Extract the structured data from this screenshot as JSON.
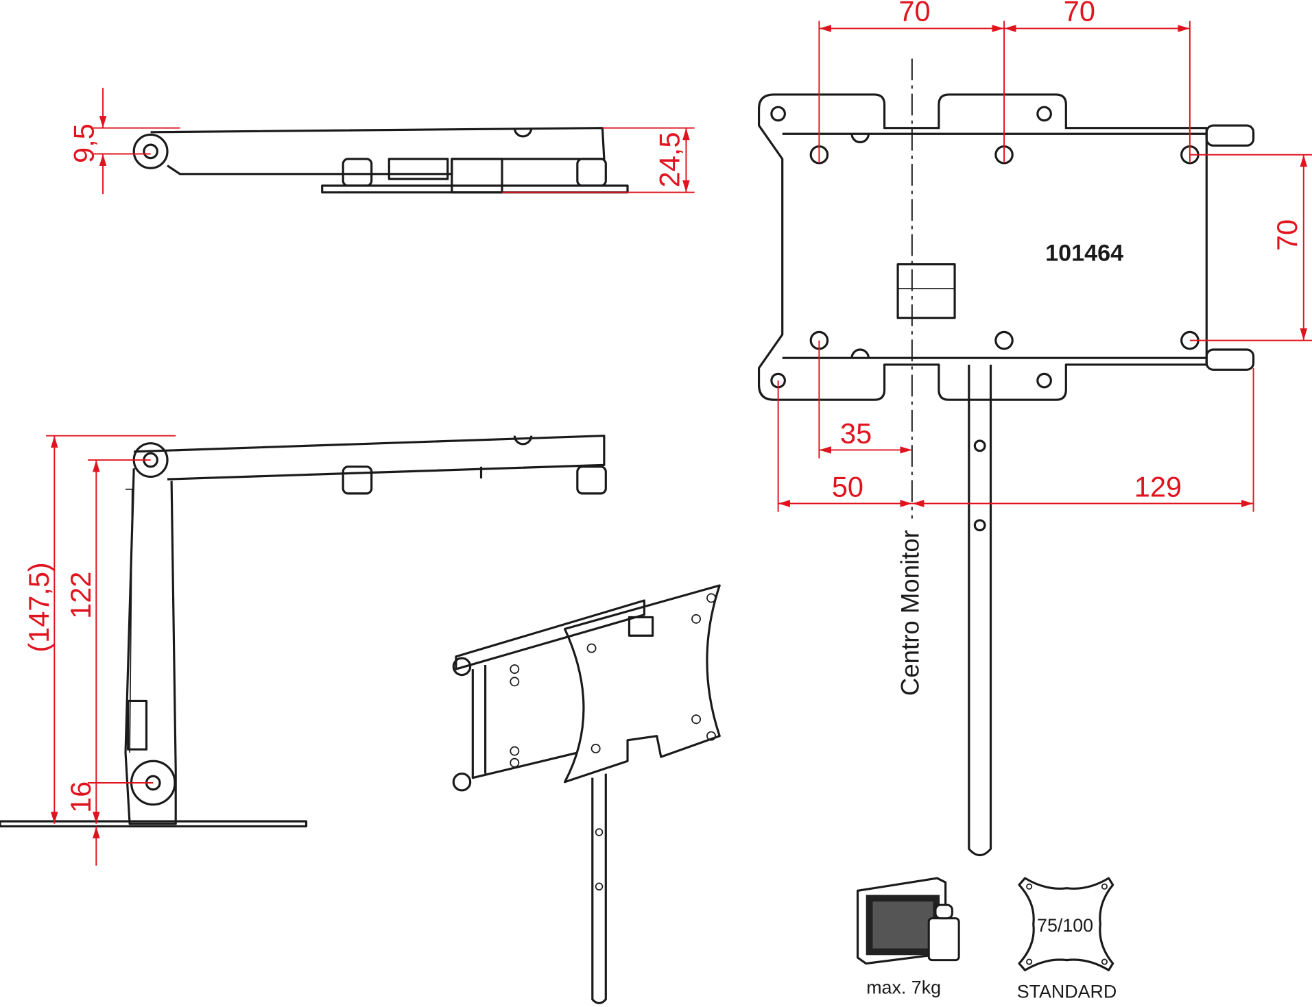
{
  "drawing": {
    "part_number": "101464",
    "center_label": "Centro Monitor",
    "dimensions": {
      "top_width_left": "70",
      "top_width_right": "70",
      "side_height_right": "70",
      "offset_35": "35",
      "offset_50": "50",
      "offset_129": "129",
      "side_9_5": "9,5",
      "side_24_5": "24,5",
      "height_total": "(147,5)",
      "height_122": "122",
      "height_16": "16"
    },
    "badges": {
      "max_load": "max. 7kg",
      "vesa_pattern": "75/100",
      "vesa_label": "STANDARD"
    },
    "colors": {
      "dimension": "#e0141e",
      "line": "#1a1a1a"
    }
  }
}
